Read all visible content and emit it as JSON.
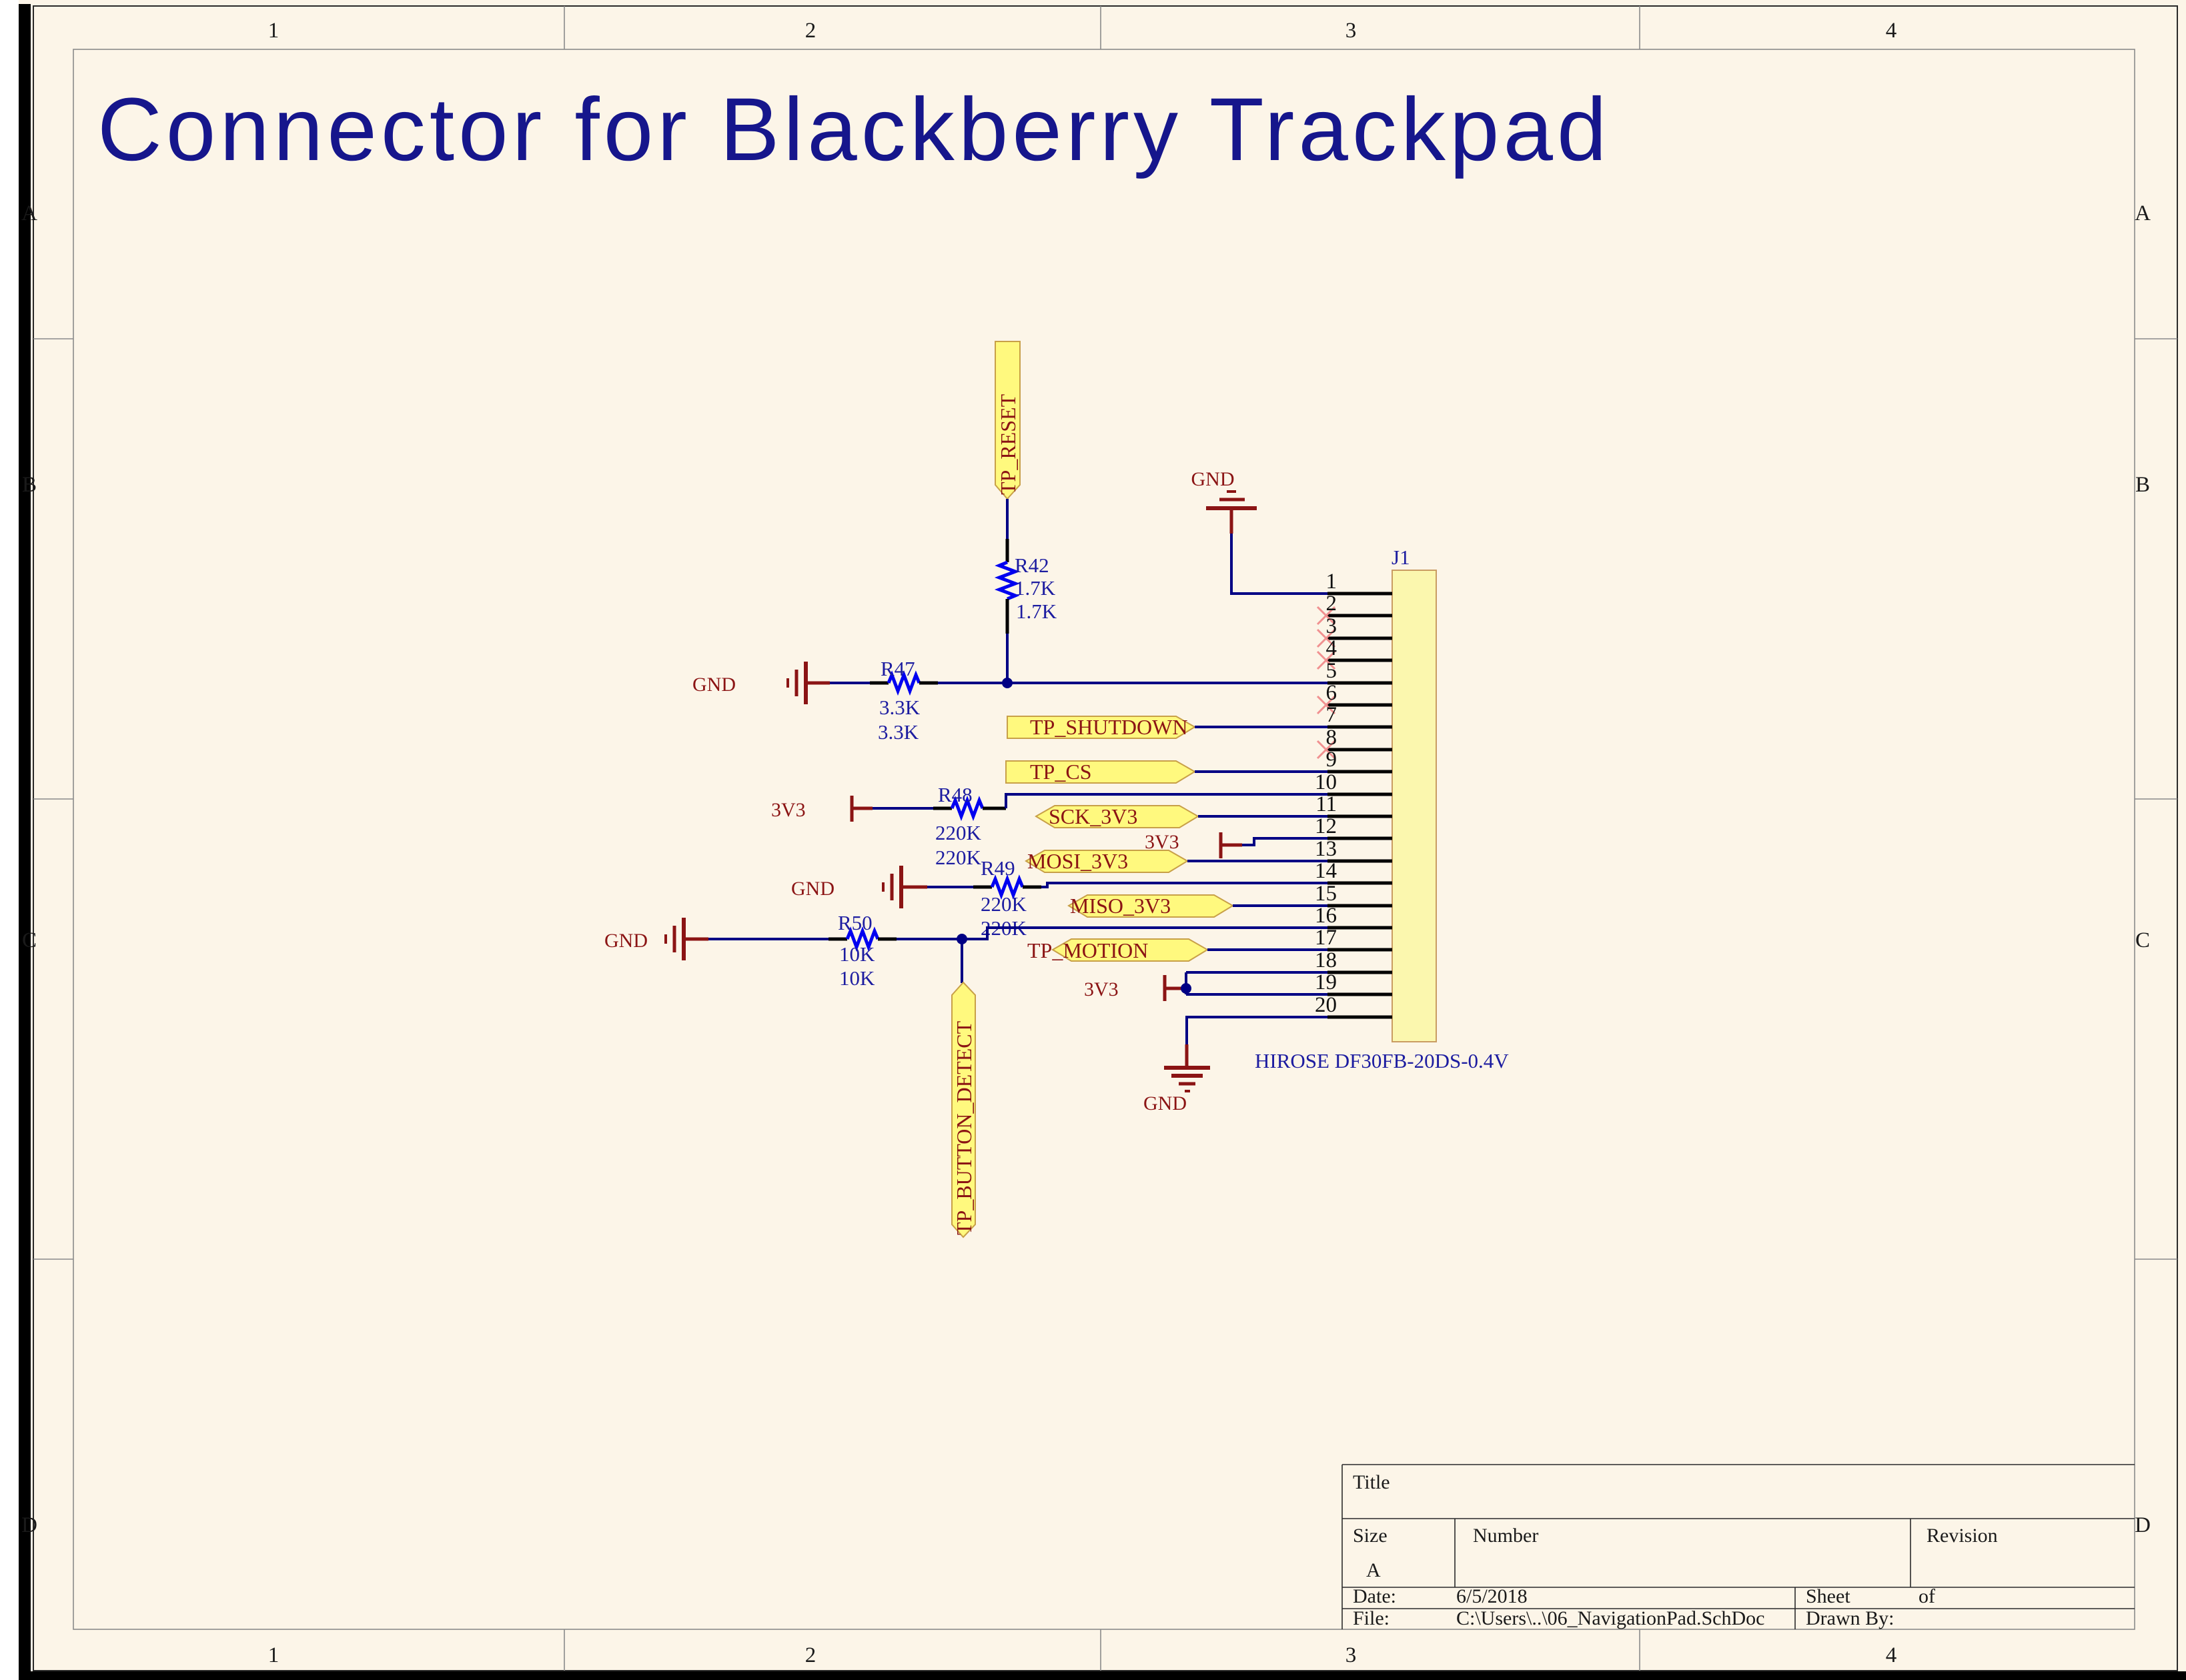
{
  "sheet": {
    "title": "Connector for Blackberry Trackpad",
    "zone_columns": [
      "1",
      "2",
      "3",
      "4"
    ],
    "zone_rows": [
      "A",
      "B",
      "C",
      "D"
    ]
  },
  "connector": {
    "designator": "J1",
    "part_number": "HIROSE DF30FB-20DS-0.4V",
    "pin_numbers": [
      "1",
      "2",
      "3",
      "4",
      "5",
      "6",
      "7",
      "8",
      "9",
      "10",
      "11",
      "12",
      "13",
      "14",
      "15",
      "16",
      "17",
      "18",
      "19",
      "20"
    ]
  },
  "resistors": {
    "r42": {
      "ref": "R42",
      "value": "1.7K",
      "value2": "1.7K"
    },
    "r47": {
      "ref": "R47",
      "value": "3.3K",
      "value2": "3.3K"
    },
    "r48": {
      "ref": "R48",
      "value": "220K",
      "value2": "220K"
    },
    "r49": {
      "ref": "R49",
      "value": "220K",
      "value2": "220K"
    },
    "r50": {
      "ref": "R50",
      "value": "10K",
      "value2": "10K"
    }
  },
  "nets": {
    "tp_reset": "TP_RESET",
    "tp_shutdown": "TP_SHUTDOWN",
    "tp_cs": "TP_CS",
    "sck_3v3": "SCK_3V3",
    "mosi_3v3": "MOSI_3V3",
    "miso_3v3": "MISO_3V3",
    "tp_motion": "TP_MOTION",
    "tp_button_detect": "TP_BUTTON_DETECT"
  },
  "power": {
    "gnd": "GND",
    "rail_3v3": "3V3"
  },
  "title_block": {
    "title_label": "Title",
    "size_label": "Size",
    "size_value": "A",
    "number_label": "Number",
    "revision_label": "Revision",
    "date_label": "Date:",
    "date_value": "6/5/2018",
    "file_label": "File:",
    "file_value": "C:\\Users\\..\\06_NavigationPad.SchDoc",
    "sheet_label": "Sheet",
    "of_label": "of",
    "drawn_by_label": "Drawn By:"
  },
  "colors": {
    "background": "#FCF5E8",
    "wire": "#000084",
    "resistor": "#0000F0",
    "net_text": "#8B1414",
    "designator_text": "#1C1CA0",
    "flag_fill": "#FFF97E",
    "title_text": "#16168C"
  }
}
